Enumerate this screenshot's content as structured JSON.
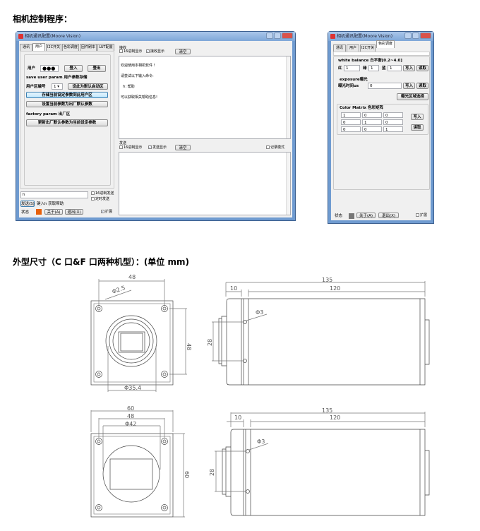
{
  "heading1": "相机控制程序：",
  "heading2": "外型尺寸（C 口&F 口两种机型）：(单位 mm)",
  "left_window": {
    "title": "相机通讯配置(Moore Vision)",
    "tabs": [
      "通讯",
      "用户",
      "I2C开关",
      "色彩调度",
      "固件刷本",
      "LUT配置"
    ],
    "user_label": "用户",
    "password": "●●●",
    "login": "登入",
    "logout": "登出",
    "save_section": "save user param 用户参数存储",
    "user_zone_label": "用户区编号",
    "user_zone_value": "1 ▾",
    "set_default": "设此为默认启动区",
    "store_btn": "存储当前设定参数到此用户区",
    "factory_default_btn": "设置当前参数为出厂默认参数",
    "factory_section": "factory param 出厂区",
    "update_factory_btn": "更新出厂默认参数为当前设定参数",
    "cmd_input": "h",
    "hex_send": "16进制发送",
    "timed_send": "定时发送",
    "send_btn": "发送(S)",
    "hint": "键入h 获取帮助",
    "status_label": "状态",
    "status_color": "#e8600a",
    "about_btn": "关于(A)",
    "exit_btn": "退出(X)",
    "expand": "扩展",
    "receive": {
      "label": "接收",
      "hex_display": "16进制显示",
      "recv_display": "接收显示",
      "clear": "清空",
      "lines": [
        "欢迎使用本相机软件 !",
        "请尝试以下输入命令:",
        "  h: 帮助",
        "可以获取相关帮助信息!"
      ]
    },
    "send": {
      "label": "发送",
      "hex_display": "16进制显示",
      "send_display": "发送显示",
      "clear": "清空",
      "log_mode": "记录模式"
    }
  },
  "right_window": {
    "title": "相机通讯配置(Moore Vision)",
    "tabs": [
      "通讯",
      "用户",
      "I2C开关",
      "色彩调度"
    ],
    "wb_section": "white balance 白平衡[0.2~4.0]",
    "red_label": "红",
    "red": "1",
    "green_label": "绿",
    "green": "1",
    "blue_label": "蓝",
    "blue": "1",
    "write": "写入",
    "read": "读取",
    "exposure_section": "exposure曝光",
    "exposure_label": "曝光时间us",
    "exposure": "0",
    "exposure_area": "曝光区域选择",
    "matrix_section": "Color Matrix 色彩矩阵",
    "matrix": [
      [
        "1",
        "0",
        "0"
      ],
      [
        "0",
        "1",
        "0"
      ],
      [
        "0",
        "0",
        "1"
      ]
    ],
    "status_label": "状态",
    "status_color": "#777777",
    "about_btn": "关于(A)",
    "exit_btn": "退出(X)",
    "expand": "扩展"
  },
  "drawing_c": {
    "width": "48",
    "hole": "Φ2.5",
    "height": "48",
    "lens": "Φ35.4",
    "total": "135",
    "front": "10",
    "body": "120",
    "screw": "Φ3",
    "spacing": "28"
  },
  "drawing_f": {
    "outer": "60",
    "width": "48",
    "lens": "Φ42",
    "height": "60",
    "total": "135",
    "front": "10",
    "body": "120",
    "screw": "Φ3",
    "spacing": "28"
  }
}
